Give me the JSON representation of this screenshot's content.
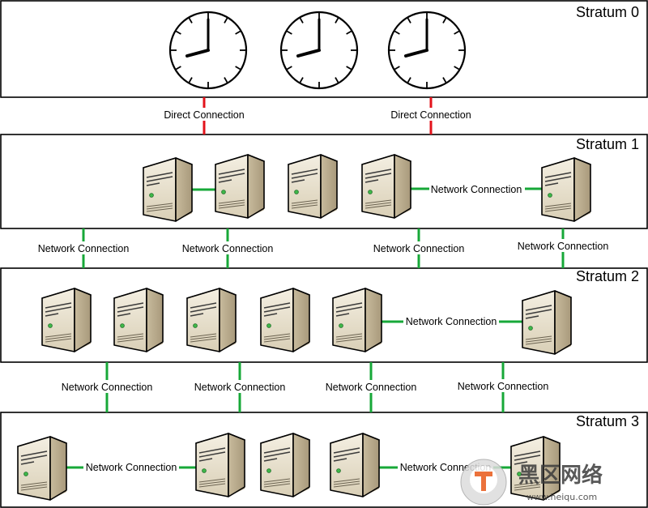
{
  "strata": [
    {
      "id": "s0",
      "title": "Stratum 0"
    },
    {
      "id": "s1",
      "title": "Stratum 1"
    },
    {
      "id": "s2",
      "title": "Stratum 2"
    },
    {
      "id": "s3",
      "title": "Stratum 3"
    }
  ],
  "connection_labels": {
    "direct": "Direct Connection",
    "network": "Network Connection"
  },
  "clock_time": "8:00",
  "watermark": {
    "text": "黑区网络",
    "url": "www.heiqu.com"
  },
  "colors": {
    "direct_link": "#e3131b",
    "network_link": "#17a838",
    "server_front": "#e3dac4",
    "server_side": "#b5a78a",
    "server_top": "#f2ece0"
  }
}
